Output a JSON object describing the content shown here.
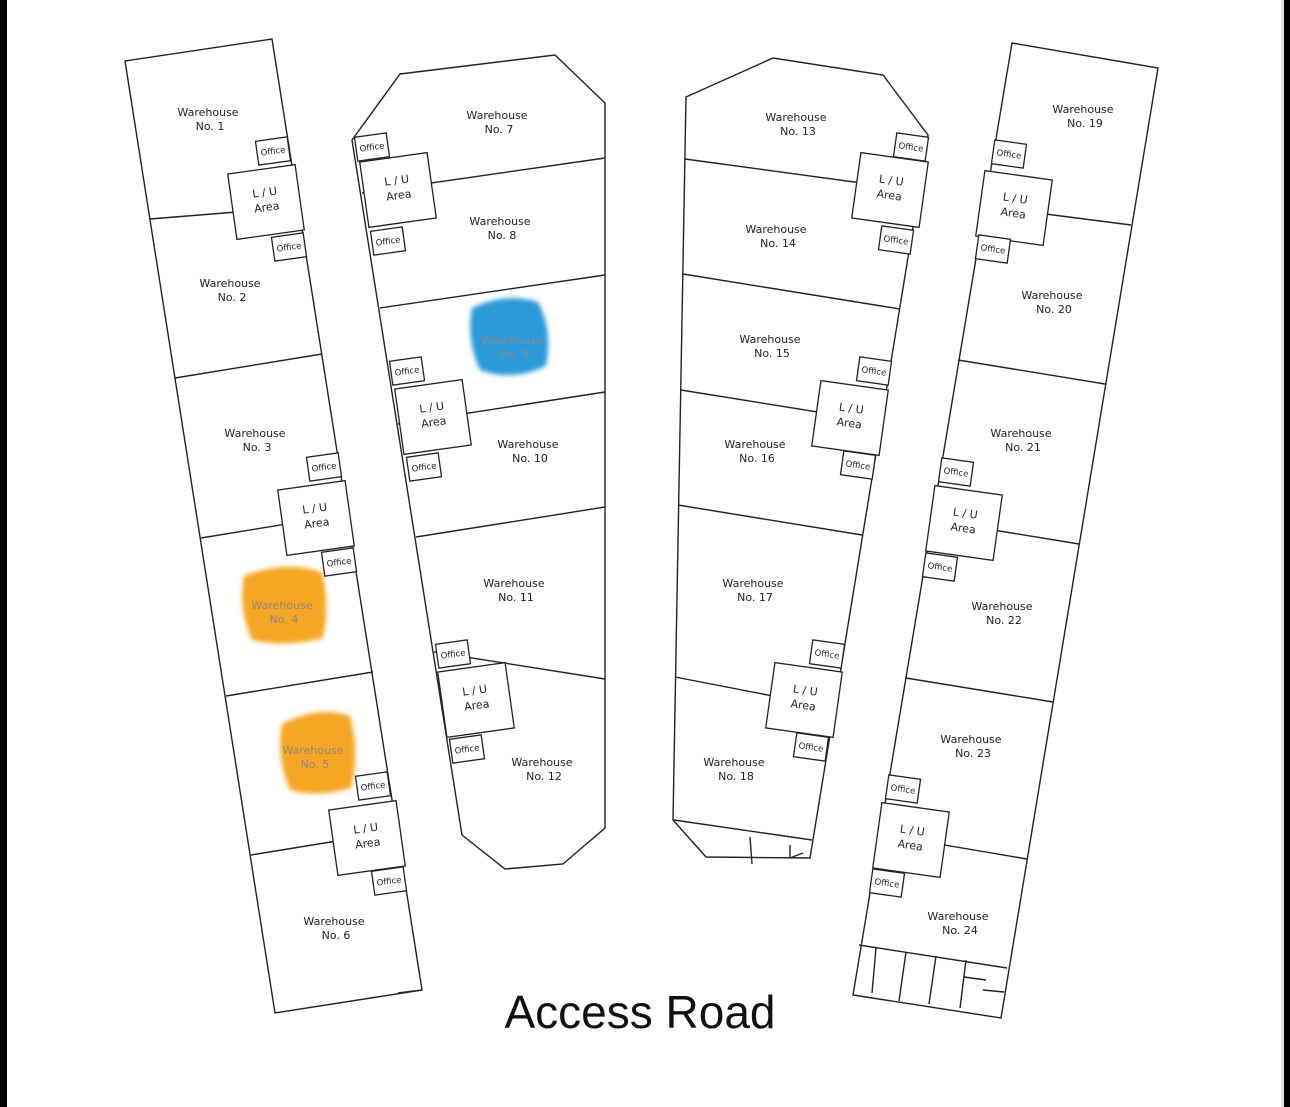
{
  "title": "Access Road",
  "colors": {
    "highlight_orange": "#f6a623",
    "highlight_blue": "#2b9ad9"
  },
  "warehouses": [
    {
      "l1": "Warehouse",
      "l2": "No. 1"
    },
    {
      "l1": "Warehouse",
      "l2": "No. 2"
    },
    {
      "l1": "Warehouse",
      "l2": "No. 3"
    },
    {
      "l1": "Warehouse",
      "l2": "No. 4",
      "highlight": "orange"
    },
    {
      "l1": "Warehouse",
      "l2": "No. 5",
      "highlight": "orange"
    },
    {
      "l1": "Warehouse",
      "l2": "No. 6"
    },
    {
      "l1": "Warehouse",
      "l2": "No. 7"
    },
    {
      "l1": "Warehouse",
      "l2": "No. 8"
    },
    {
      "l1": "Warehouse",
      "l2": "No. 9",
      "highlight": "blue"
    },
    {
      "l1": "Warehouse",
      "l2": "No. 10"
    },
    {
      "l1": "Warehouse",
      "l2": "No. 11"
    },
    {
      "l1": "Warehouse",
      "l2": "No. 12"
    },
    {
      "l1": "Warehouse",
      "l2": "No. 13"
    },
    {
      "l1": "Warehouse",
      "l2": "No. 14"
    },
    {
      "l1": "Warehouse",
      "l2": "No. 15"
    },
    {
      "l1": "Warehouse",
      "l2": "No. 16"
    },
    {
      "l1": "Warehouse",
      "l2": "No. 17"
    },
    {
      "l1": "Warehouse",
      "l2": "No. 18"
    },
    {
      "l1": "Warehouse",
      "l2": "No. 19"
    },
    {
      "l1": "Warehouse",
      "l2": "No. 20"
    },
    {
      "l1": "Warehouse",
      "l2": "No. 21"
    },
    {
      "l1": "Warehouse",
      "l2": "No. 22"
    },
    {
      "l1": "Warehouse",
      "l2": "No. 23"
    },
    {
      "l1": "Warehouse",
      "l2": "No. 24"
    }
  ],
  "lu_area": {
    "l1": "L / U",
    "l2": "Area"
  },
  "office_label": "Office"
}
